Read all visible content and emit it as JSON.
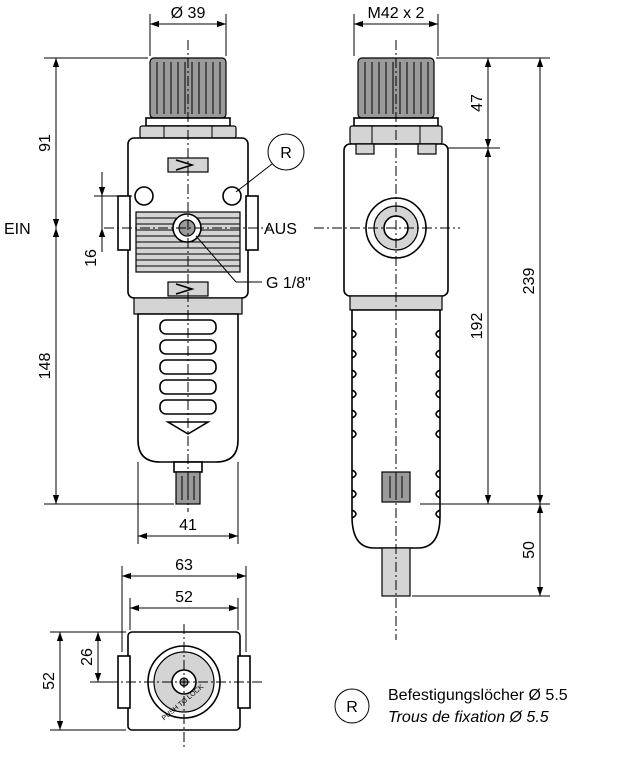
{
  "dimensions": {
    "front_knob_dia": "Ø 39",
    "side_thread": "M42 x 2",
    "height_top": "91",
    "height_knob": "47",
    "height_total": "239",
    "height_lower": "148",
    "height_side_lower": "192",
    "port_offset": "16",
    "width_bowl": "41",
    "removal_clearance": "50",
    "bottom_width_outer": "63",
    "bottom_width_inner": "52",
    "bottom_height": "52",
    "bottom_offset": "26"
  },
  "labels": {
    "inlet": "EIN",
    "outlet": "AUS",
    "gauge_port": "G 1/8\"",
    "mounting_marker": "R",
    "push_to_lock": "PUSH TO LOCK"
  },
  "legend": {
    "marker": "R",
    "german": "Befestigungslöcher Ø 5.5",
    "french": "Trous de fixation Ø 5.5"
  }
}
